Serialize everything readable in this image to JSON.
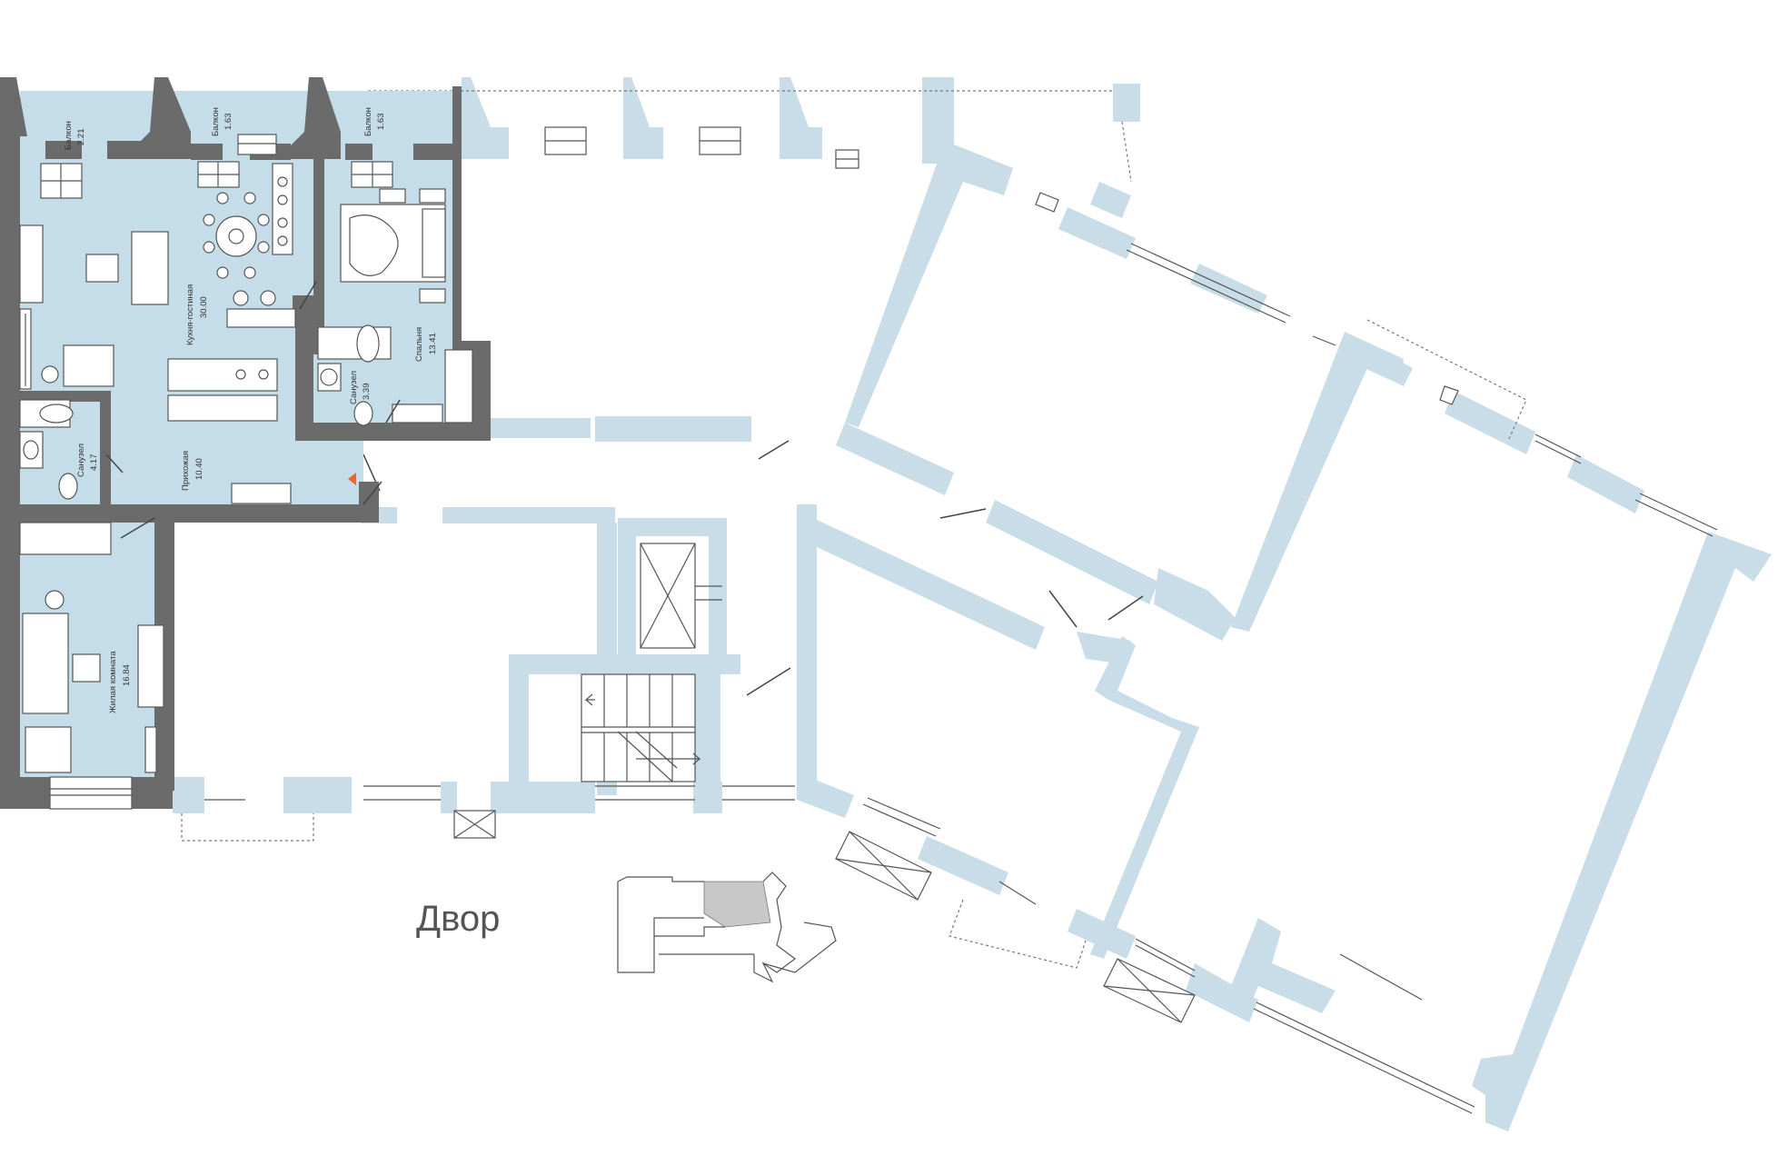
{
  "rooms": {
    "balcony_1": {
      "name": "Балкон",
      "area": "2.21"
    },
    "balcony_2": {
      "name": "Балкон",
      "area": "1.63"
    },
    "balcony_3": {
      "name": "Балкон",
      "area": "1.63"
    },
    "kitchen_living": {
      "name": "Кухня-гостиная",
      "area": "30.00"
    },
    "bedroom": {
      "name": "Спальня",
      "area": "13.41"
    },
    "bathroom_1": {
      "name": "Санузел",
      "area": "3.39"
    },
    "bathroom_2": {
      "name": "Санузел",
      "area": "4.17"
    },
    "hallway": {
      "name": "Прихожая",
      "area": "10.40"
    },
    "living_room": {
      "name": "Жилая комната",
      "area": "16.84"
    }
  },
  "yard": {
    "label": "Двор"
  },
  "colors": {
    "apartment_floor": "#c5dde8",
    "walls": "#6b6b6b",
    "other_units": "#c8dde8",
    "entrance_marker": "#f26522",
    "keyplan_highlight": "#c8c8c8"
  },
  "icons": {
    "entrance": "entrance-arrow-icon",
    "elevator": "elevator-icon",
    "stairs": "stairs-icon",
    "keyplan": "keyplan-icon"
  }
}
